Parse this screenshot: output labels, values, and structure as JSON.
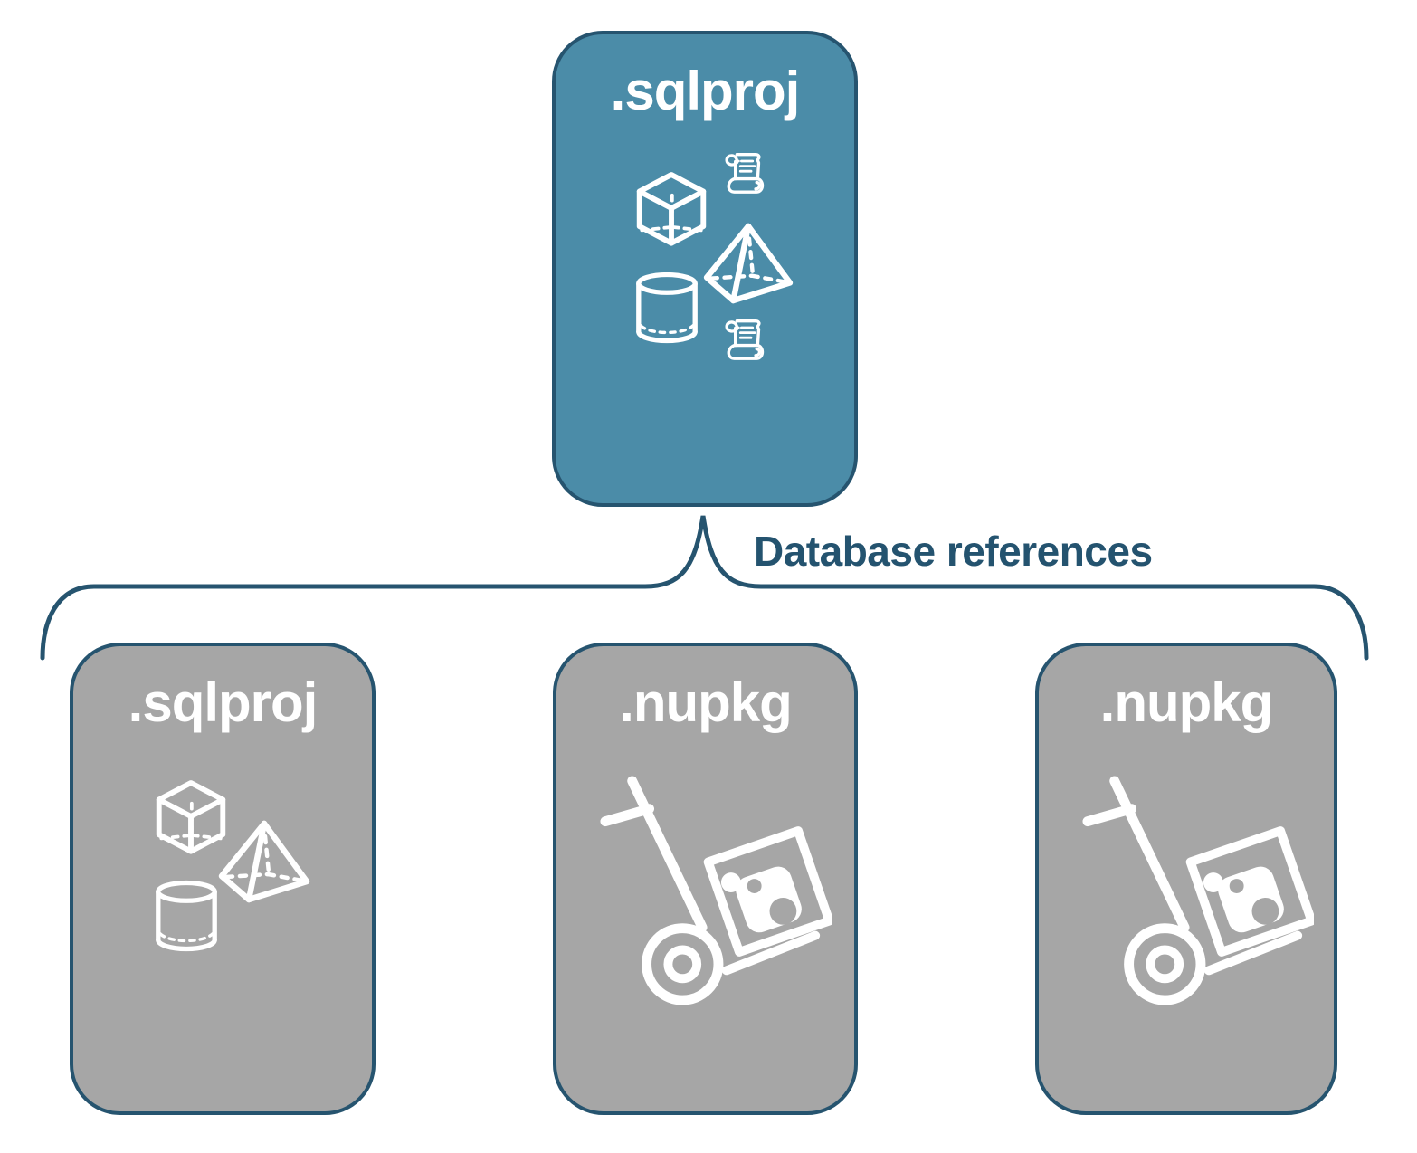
{
  "diagram": {
    "connector_label": "Database references",
    "cards": [
      {
        "id": "root",
        "label": ".sqlproj",
        "variant": "highlight",
        "icons": [
          "script-scroll-icon",
          "cube-icon",
          "pyramid-icon",
          "cylinder-icon",
          "script-scroll-icon"
        ]
      },
      {
        "id": "child-sqlproj",
        "label": ".sqlproj",
        "variant": "muted",
        "icons": [
          "cube-icon",
          "pyramid-icon",
          "cylinder-icon"
        ]
      },
      {
        "id": "child-nupkg-1",
        "label": ".nupkg",
        "variant": "muted",
        "icons": [
          "package-dolly-icon"
        ]
      },
      {
        "id": "child-nupkg-2",
        "label": ".nupkg",
        "variant": "muted",
        "icons": [
          "package-dolly-icon"
        ]
      }
    ],
    "icon_shapes": {
      "script-scroll-icon": "outlined parchment scroll with text lines, white stroke",
      "cube-icon": "outlined 3d wireframe cube with dashed hidden edges, white stroke",
      "pyramid-icon": "outlined 3d pyramid with dashed hidden base edges, white stroke",
      "cylinder-icon": "outlined 3d cylinder with dashed bottom rim, white stroke",
      "package-dolly-icon": "outlined hand truck carrying tilted package box with round logo blob, white stroke"
    },
    "colors": {
      "highlight_fill": "#4B8CA8",
      "muted_fill": "#A6A6A6",
      "outline": "#26546F",
      "card_label_text": "#FFFFFF",
      "connector_label_text": "#24536F",
      "background": "#FFFFFF"
    }
  }
}
